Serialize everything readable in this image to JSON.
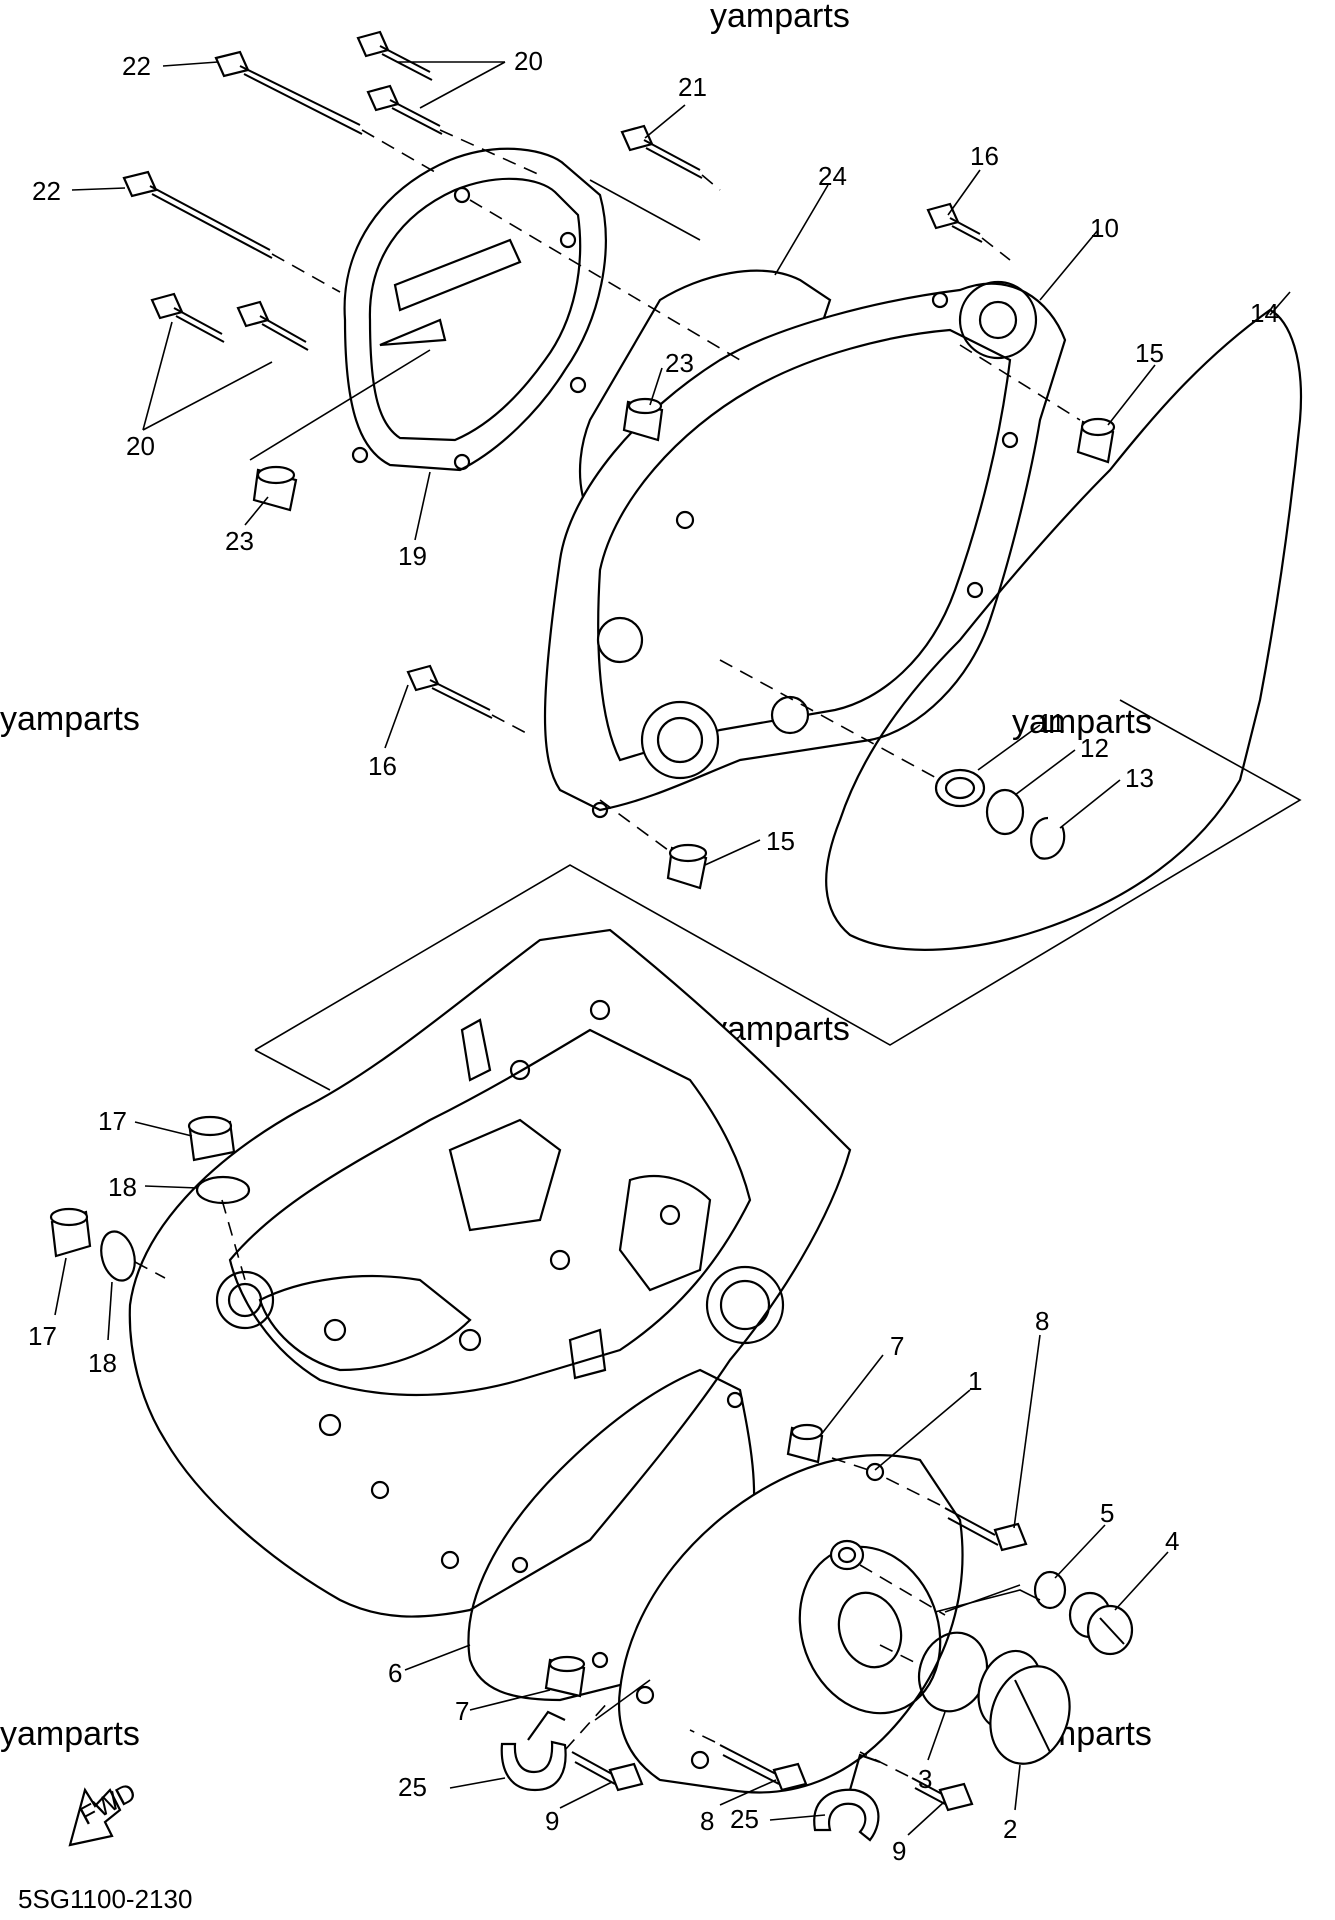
{
  "diagram": {
    "watermark": "yamparts",
    "code": "5SG1100-2130",
    "fwd_label": "FWD",
    "callouts": {
      "c1": "1",
      "c2": "2",
      "c3": "3",
      "c4": "4",
      "c5": "5",
      "c6": "6",
      "c7a": "7",
      "c7b": "7",
      "c8a": "8",
      "c8b": "8",
      "c9a": "9",
      "c9b": "9",
      "c10": "10",
      "c11": "11",
      "c12": "12",
      "c13": "13",
      "c14": "14",
      "c15a": "15",
      "c15b": "15",
      "c16a": "16",
      "c16b": "16",
      "c17a": "17",
      "c17b": "17",
      "c18a": "18",
      "c18b": "18",
      "c19": "19",
      "c20a": "20",
      "c20b": "20",
      "c21": "21",
      "c22a": "22",
      "c22b": "22",
      "c23a": "23",
      "c23b": "23",
      "c24": "24",
      "c25a": "25",
      "c25b": "25"
    }
  }
}
